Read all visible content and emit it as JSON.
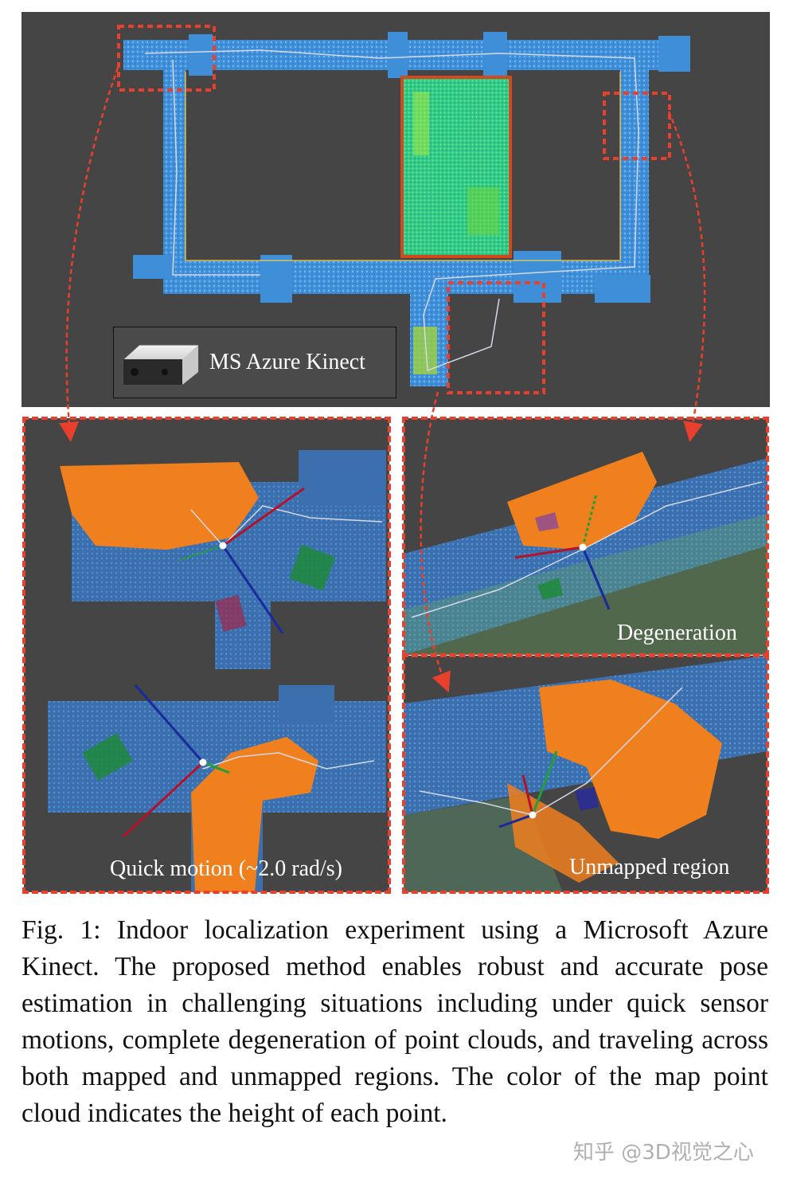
{
  "figure": {
    "sensor_label": "MS Azure Kinect",
    "panel_labels": {
      "quick_motion": "Quick motion (~2.0 rad/s)",
      "degeneration": "Degeneration",
      "unmapped": "Unmapped region"
    },
    "caption": "Fig. 1: Indoor localization experiment using a Microsoft Azure Kinect. The proposed method enables robust and accurate pose estimation in challenging situations including under quick sensor motions, complete degeneration of point clouds, and traveling across both mapped and unmapped regions. The color of the map point cloud indicates the height of each point.",
    "watermark": "知乎 @3D视觉之心"
  },
  "colors": {
    "background": "#454545",
    "floor_points": "#3f8fd8",
    "room_points": "#2fc98a",
    "highlight_points": "#f07f1e",
    "dashed_frame": "#e8402c",
    "axis_x": "#b3122a",
    "axis_y": "#22a035",
    "axis_z": "#1a2a9a",
    "trajectory": "#d8d8e8"
  },
  "icons": {
    "sensor": "kinect-camera-icon"
  }
}
